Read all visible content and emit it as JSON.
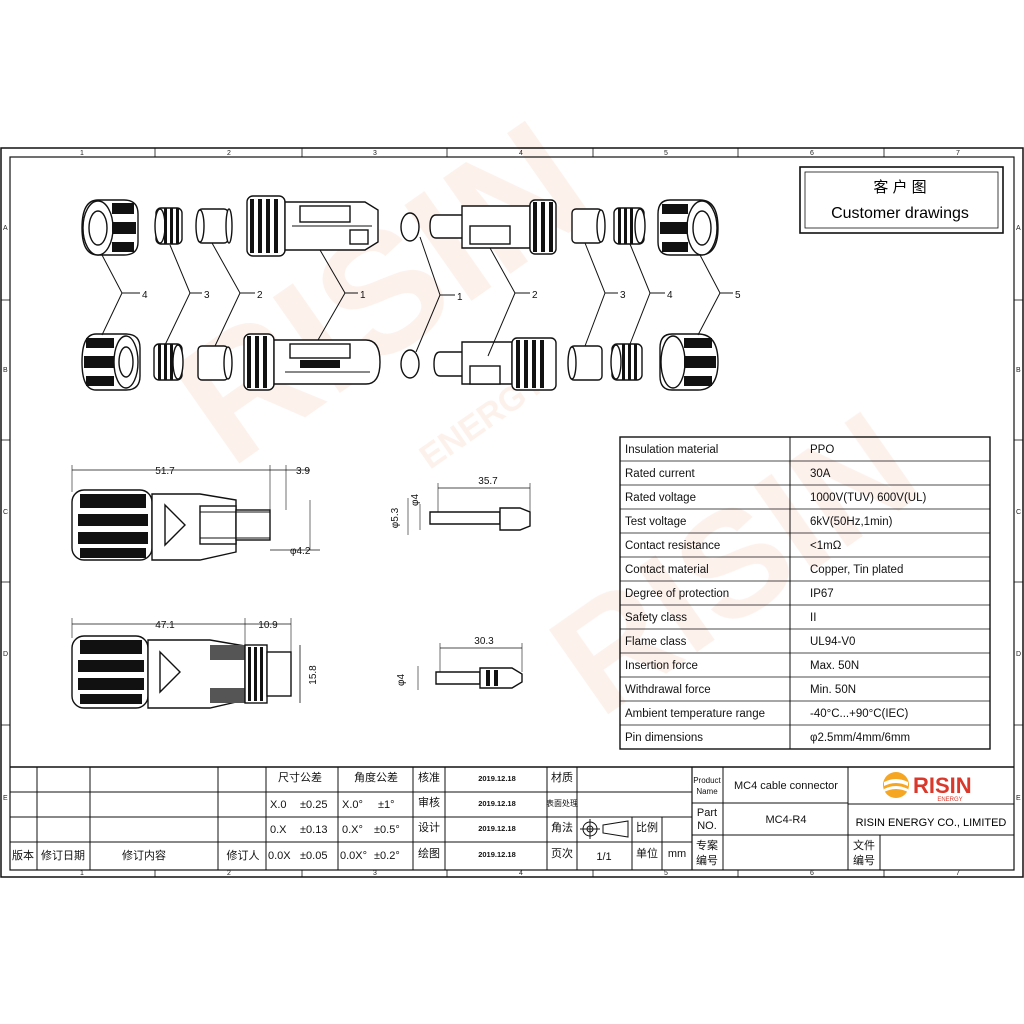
{
  "header": {
    "title_cn": "客 户 图",
    "title_en": "Customer drawings"
  },
  "watermark": {
    "brand": "RISIN",
    "sub": "ENERGY"
  },
  "zones": {
    "columns": [
      "1",
      "2",
      "3",
      "4",
      "5",
      "6",
      "7"
    ],
    "rows": [
      "A",
      "B",
      "C",
      "D",
      "E"
    ]
  },
  "callouts": {
    "left": [
      "4",
      "3",
      "2",
      "1"
    ],
    "right": [
      "1",
      "2",
      "3",
      "4",
      "5"
    ]
  },
  "dimensions": {
    "length_a": "51.7",
    "length_b": "3.9",
    "dia_a": "φ4.2",
    "length_c": "47.1",
    "length_d": "10.9",
    "height_a": "15.8",
    "pin_len_a": "35.7",
    "pin_dia_a": "φ4",
    "pin_dia_b": "φ5.3",
    "pin_len_b": "30.3",
    "pin_dia_c": "φ4"
  },
  "specs": [
    {
      "label": "Insulation material",
      "value": "PPO"
    },
    {
      "label": "Rated current",
      "value": "30A"
    },
    {
      "label": "Rated voltage",
      "value": "1000V(TUV)  600V(UL)"
    },
    {
      "label": "Test voltage",
      "value": "6kV(50Hz,1min)"
    },
    {
      "label": "Contact resistance",
      "value": "<1mΩ"
    },
    {
      "label": "Contact material",
      "value": "Copper, Tin plated"
    },
    {
      "label": "Degree of protection",
      "value": "IP67"
    },
    {
      "label": "Safety class",
      "value": "II"
    },
    {
      "label": "Flame class",
      "value": "UL94-V0"
    },
    {
      "label": "Insertion force",
      "value": "Max. 50N"
    },
    {
      "label": "Withdrawal force",
      "value": "Min. 50N"
    },
    {
      "label": "Ambient temperature range",
      "value": "-40°C...+90°C(IEC)"
    },
    {
      "label": "Pin dimensions",
      "value": "φ2.5mm/4mm/6mm"
    }
  ],
  "title_block": {
    "size_tol": "尺寸公差",
    "angle_tol": "角度公差",
    "approve": "核准",
    "review": "审核",
    "design": "设计",
    "draw": "绘图",
    "date": "2019.12.18",
    "material": "材质",
    "surface": "表面处理",
    "angle_method": "角法",
    "ratio": "比例",
    "page": "页次",
    "page_value": "1/1",
    "unit": "单位",
    "unit_value": "mm",
    "tol_rows": [
      {
        "size": "X.0",
        "size_tol": "±0.25",
        "angle": "X.0°",
        "angle_tol": "±1°"
      },
      {
        "size": "0.X",
        "size_tol": "±0.13",
        "angle": "0.X°",
        "angle_tol": "±0.5°"
      },
      {
        "size": "0.0X",
        "size_tol": "±0.05",
        "angle": "0.0X°",
        "angle_tol": "±0.2°"
      }
    ],
    "rev_headers": [
      "版本",
      "修订日期",
      "修订内容",
      "修订人"
    ],
    "product_name_label_1": "Product",
    "product_name_label_2": "Name",
    "product_name": "MC4 cable connector",
    "part_label_1": "Part",
    "part_label_2": "NO.",
    "part_no": "MC4-R4",
    "project_label_1": "专案",
    "project_label_2": "编号",
    "file_label_1": "文件",
    "file_label_2": "编号",
    "company_brand": "RISIN",
    "company_sub": "ENERGY",
    "company": "RISIN ENERGY CO., LIMITED"
  }
}
